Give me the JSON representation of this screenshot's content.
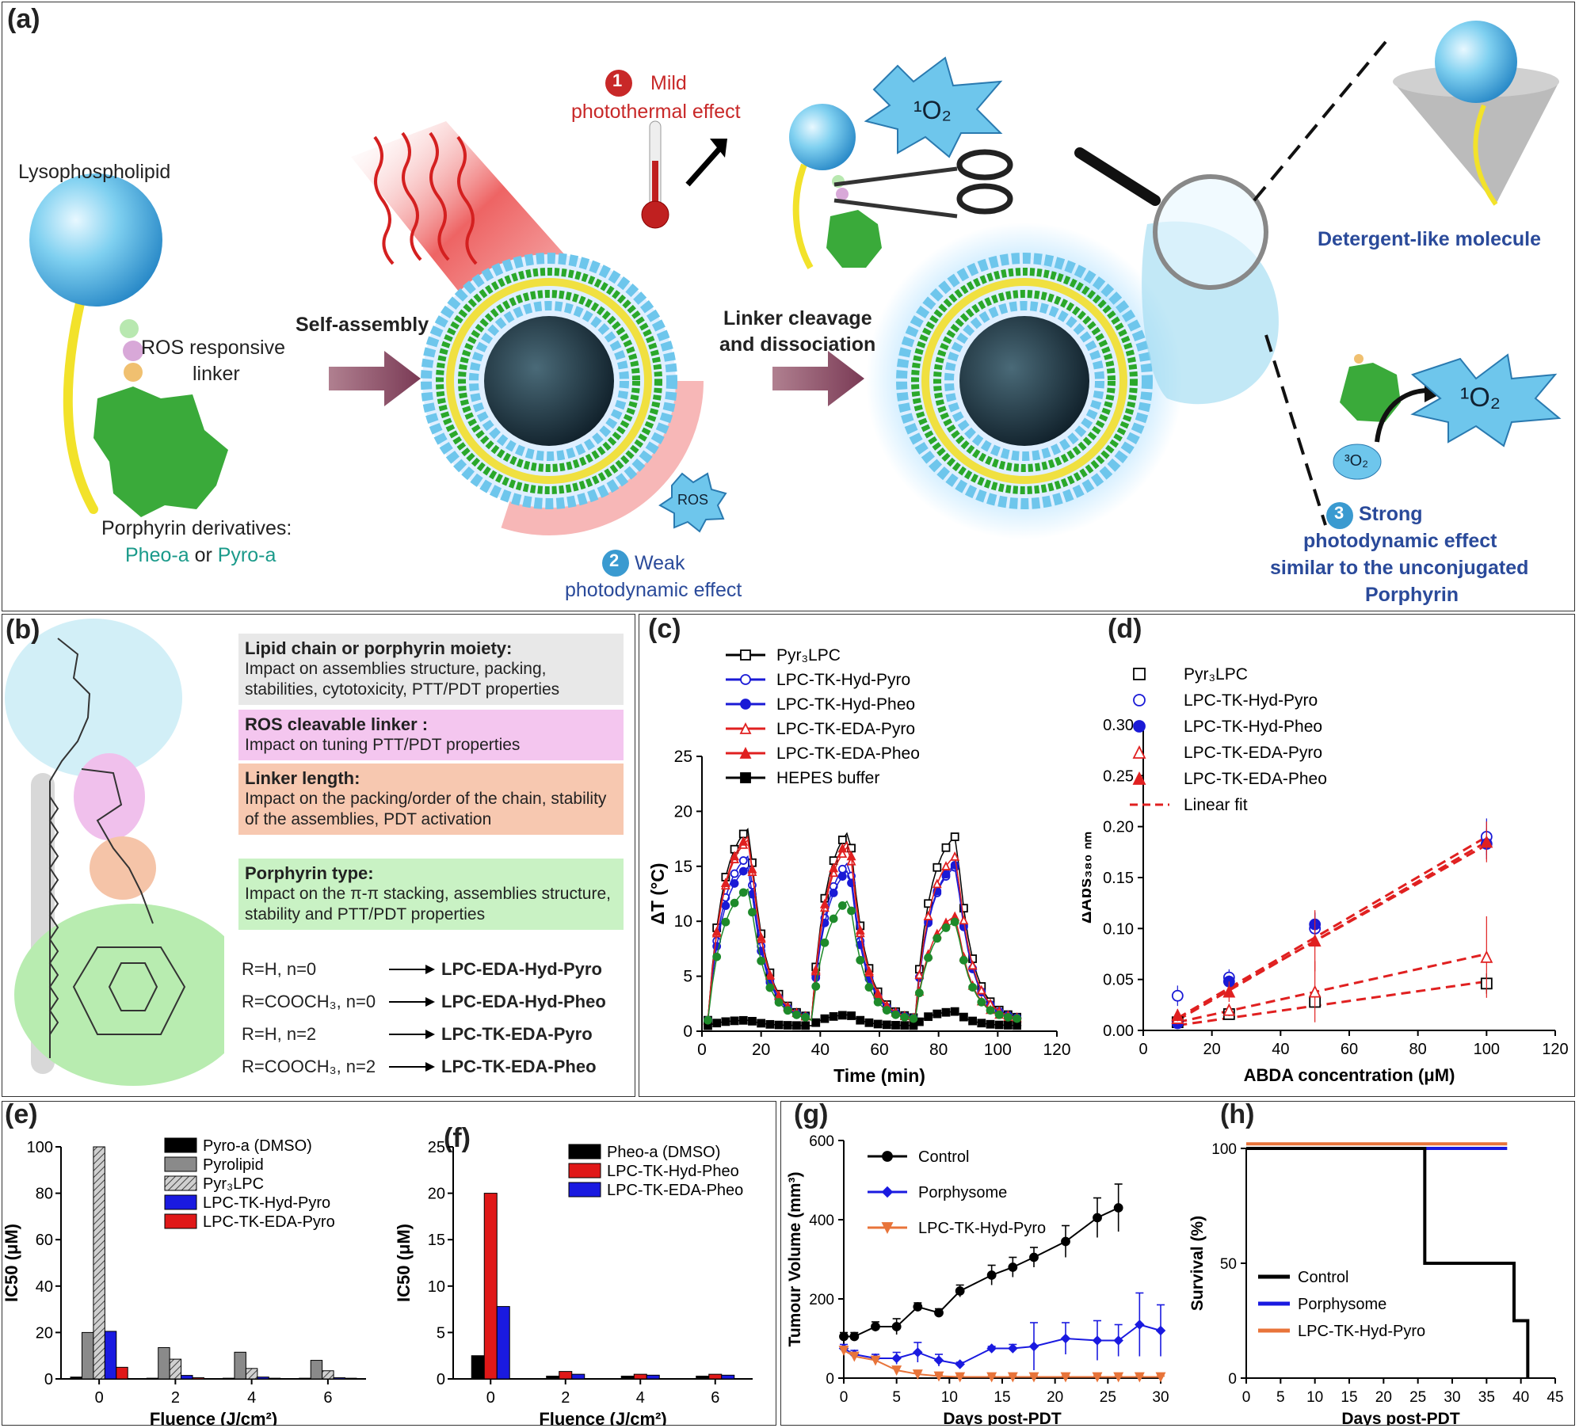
{
  "panel_labels": {
    "a": "(a)",
    "b": "(b)",
    "c": "(c)",
    "d": "(d)",
    "e": "(e)",
    "f": "(f)",
    "g": "(g)",
    "h": "(h)"
  },
  "scheme": {
    "lysophospholipid": "Lysophospholipid",
    "ros_linker_1": "ROS responsive",
    "ros_linker_2": "linker",
    "porphyrin_1": "Porphyrin derivatives:",
    "pheo": "Pheo-a",
    "or": " or ",
    "pyro": "Pyro-a",
    "self_assembly": "Self-assembly",
    "step1_num": "1",
    "step1_line1": "Mild",
    "step1_line2": "photothermal effect",
    "step2_num": "2",
    "step2_line1": "Weak",
    "step2_line2": "photodynamic effect",
    "ros_badge": "ROS",
    "singlet_oxygen": "¹O₂",
    "triplet_oxygen": "³O₂",
    "linker_cleavage_1": "Linker cleavage",
    "linker_cleavage_2": "and dissociation",
    "detergent": "Detergent-like molecule",
    "step3_num": "3",
    "step3_line1": "Strong",
    "step3_line2": "photodynamic effect",
    "step3_line3": "similar to the unconjugated",
    "step3_line4": "Porphyrin"
  },
  "panel_b": {
    "boxes": [
      {
        "title": "Lipid chain or porphyrin moiety:",
        "text": "Impact on assemblies structure, packing, stabilities, cytotoxicity, PTT/PDT properties",
        "color": "#e8e8e8"
      },
      {
        "title": "ROS cleavable linker :",
        "text": "Impact on tuning PTT/PDT properties",
        "color": "#f4c6ef"
      },
      {
        "title": "Linker length:",
        "text": "Impact on the packing/order of the chain, stability of the assemblies, PDT activation",
        "color": "#f7c8b0"
      },
      {
        "title": "Porphyrin type:",
        "text": "Impact on the π-π stacking, assemblies structure, stability and PTT/PDT properties",
        "color": "#c9f2c4"
      }
    ],
    "mapping": [
      {
        "from": "R=H, n=0",
        "to": "LPC-EDA-Hyd-Pyro"
      },
      {
        "from": "R=COOCH₃, n=0",
        "to": "LPC-EDA-Hyd-Pheo"
      },
      {
        "from": "R=H, n=2",
        "to": "LPC-TK-EDA-Pyro"
      },
      {
        "from": "R=COOCH₃, n=2",
        "to": "LPC-TK-EDA-Pheo"
      }
    ]
  },
  "chart_data": [
    {
      "id": "c",
      "type": "line",
      "xlabel": "Time (min)",
      "ylabel": "ΔT (°C)",
      "xlim": [
        0,
        120
      ],
      "ylim": [
        0,
        25
      ],
      "xticks": [
        0,
        20,
        40,
        60,
        80,
        100,
        120
      ],
      "yticks": [
        0,
        5,
        10,
        15,
        20,
        25
      ],
      "legend_position": "top-left",
      "series": [
        {
          "name": "Pyr₃LPC",
          "color": "#000000",
          "marker": "square-open",
          "peaks": [
            18.5,
            18.3,
            17.8
          ]
        },
        {
          "name": "LPC-TK-Hyd-Pyro",
          "color": "#1a1ad6",
          "marker": "circle-open",
          "peaks": [
            16.0,
            15.5,
            15.0
          ]
        },
        {
          "name": "LPC-TK-Hyd-Pheo",
          "color": "#1a1ad6",
          "marker": "circle-filled",
          "peaks": [
            15.0,
            14.8,
            15.2
          ]
        },
        {
          "name": "LPC-TK-EDA-Pyro",
          "color": "#e02020",
          "marker": "triangle-open",
          "peaks": [
            17.5,
            17.0,
            16.0
          ]
        },
        {
          "name": "LPC-TK-EDA-Pheo",
          "color": "#e02020",
          "marker": "triangle-filled",
          "peaks": [
            17.8,
            17.5,
            10.5
          ]
        },
        {
          "name": "HEPES buffer",
          "color": "#000000",
          "marker": "square-filled",
          "peaks": [
            1.0,
            1.5,
            1.8
          ]
        },
        {
          "name": "",
          "color": "#1e8a2a",
          "marker": "circle-filled",
          "peaks": [
            13.0,
            12.0,
            10.0
          ]
        }
      ]
    },
    {
      "id": "d",
      "type": "scatter",
      "xlabel": "ABDA concentration (μM)",
      "ylabel": "ΔAbs₃₈₀ ₙₘ",
      "xlim": [
        0,
        120
      ],
      "ylim": [
        0,
        0.3
      ],
      "xticks": [
        0,
        20,
        40,
        60,
        80,
        100,
        120
      ],
      "yticks": [
        0.0,
        0.05,
        0.1,
        0.15,
        0.2,
        0.25,
        0.3
      ],
      "legend_position": "top-left",
      "x": [
        10,
        25,
        50,
        100
      ],
      "series": [
        {
          "name": "Pyr₃LPC",
          "color": "#000000",
          "marker": "square-open",
          "values": [
            0.008,
            0.016,
            0.028,
            0.046
          ],
          "err": [
            0.004,
            0.004,
            0.006,
            0.01
          ]
        },
        {
          "name": "LPC-TK-Hyd-Pyro",
          "color": "#1a1ad6",
          "marker": "circle-open",
          "values": [
            0.034,
            0.052,
            0.1,
            0.19
          ],
          "err": [
            0.01,
            0.008,
            0.015,
            0.018
          ]
        },
        {
          "name": "LPC-TK-Hyd-Pheo",
          "color": "#1a1ad6",
          "marker": "circle-filled",
          "values": [
            0.007,
            0.048,
            0.104,
            0.183
          ],
          "err": [
            0.004,
            0.006,
            0.012,
            0.015
          ]
        },
        {
          "name": "LPC-TK-EDA-Pyro",
          "color": "#e02020",
          "marker": "triangle-open",
          "values": [
            0.012,
            0.02,
            0.038,
            0.072
          ],
          "err": [
            0.006,
            0.006,
            0.03,
            0.04
          ]
        },
        {
          "name": "LPC-TK-EDA-Pheo",
          "color": "#e02020",
          "marker": "triangle-filled",
          "values": [
            0.015,
            0.038,
            0.088,
            0.185
          ],
          "err": [
            0.006,
            0.01,
            0.03,
            0.02
          ]
        }
      ],
      "fit_label": "Linear fit",
      "fits": [
        [
          0.012,
          0.19
        ],
        [
          0.01,
          0.185
        ],
        [
          0.012,
          0.182
        ],
        [
          0.008,
          0.075
        ],
        [
          0.005,
          0.048
        ]
      ]
    },
    {
      "id": "e",
      "type": "bar",
      "xlabel": "Fluence (J/cm²)",
      "ylabel": "IC50 (μM)",
      "ylim": [
        0,
        100
      ],
      "yticks": [
        0,
        20,
        40,
        60,
        80,
        100
      ],
      "categories": [
        "0",
        "2",
        "4",
        "6"
      ],
      "series": [
        {
          "name": "Pyro-a (DMSO)",
          "color": "#000000",
          "pattern": "solid",
          "values": [
            0.8,
            0.3,
            0.3,
            0.3
          ]
        },
        {
          "name": "Pyrolipid",
          "color": "#8a8a8a",
          "pattern": "solid",
          "values": [
            20,
            13.5,
            11.5,
            8
          ]
        },
        {
          "name": "Pyr₃LPC",
          "color": "#8a8a8a",
          "pattern": "hatch",
          "values": [
            100,
            8.5,
            4.5,
            3.5
          ]
        },
        {
          "name": "LPC-TK-Hyd-Pyro",
          "color": "#1a1ae0",
          "pattern": "solid",
          "values": [
            20.5,
            1.5,
            0.8,
            0.5
          ]
        },
        {
          "name": "LPC-TK-EDA-Pyro",
          "color": "#e01818",
          "pattern": "solid",
          "values": [
            5,
            0.5,
            0.3,
            0.3
          ]
        }
      ]
    },
    {
      "id": "f",
      "type": "bar",
      "xlabel": "Fluence (J/cm²)",
      "ylabel": "IC50 (μM)",
      "ylim": [
        0,
        25
      ],
      "yticks": [
        0,
        5,
        10,
        15,
        20,
        25
      ],
      "categories": [
        "0",
        "2",
        "4",
        "6"
      ],
      "series": [
        {
          "name": "Pheo-a (DMSO)",
          "color": "#000000",
          "pattern": "solid",
          "values": [
            2.5,
            0.3,
            0.3,
            0.3
          ]
        },
        {
          "name": "LPC-TK-Hyd-Pheo",
          "color": "#e01818",
          "pattern": "solid",
          "values": [
            20,
            0.8,
            0.5,
            0.5
          ]
        },
        {
          "name": "LPC-TK-EDA-Pheo",
          "color": "#1a1ae0",
          "pattern": "solid",
          "values": [
            7.8,
            0.5,
            0.4,
            0.4
          ]
        }
      ]
    },
    {
      "id": "g",
      "type": "line",
      "xlabel": "Days post-PDT",
      "ylabel": "Tumour Volume (mm³)",
      "xlim": [
        0,
        30
      ],
      "ylim": [
        0,
        600
      ],
      "xticks": [
        0,
        5,
        10,
        15,
        20,
        25,
        30
      ],
      "yticks": [
        0,
        200,
        400,
        600
      ],
      "series": [
        {
          "name": "Control",
          "color": "#000000",
          "marker": "circle",
          "x": [
            0,
            1,
            3,
            5,
            7,
            9,
            11,
            14,
            16,
            18,
            21,
            24,
            26
          ],
          "values": [
            105,
            105,
            130,
            130,
            180,
            165,
            220,
            260,
            280,
            305,
            345,
            405,
            430
          ],
          "err": [
            10,
            10,
            12,
            20,
            10,
            10,
            15,
            25,
            25,
            25,
            40,
            50,
            60
          ]
        },
        {
          "name": "Porphysome",
          "color": "#1a1ae0",
          "marker": "diamond",
          "x": [
            0,
            1,
            3,
            5,
            7,
            9,
            11,
            14,
            16,
            18,
            21,
            24,
            26,
            28,
            30
          ],
          "values": [
            75,
            60,
            50,
            50,
            65,
            45,
            35,
            75,
            75,
            80,
            100,
            95,
            95,
            135,
            120
          ],
          "err": [
            10,
            10,
            10,
            15,
            25,
            15,
            5,
            5,
            10,
            60,
            40,
            50,
            40,
            80,
            65
          ]
        },
        {
          "name": "LPC-TK-Hyd-Pyro",
          "color": "#e8743a",
          "marker": "triangle-down",
          "x": [
            0,
            1,
            3,
            5,
            7,
            9,
            11,
            14,
            16,
            18,
            21,
            24,
            26,
            28,
            30
          ],
          "values": [
            70,
            55,
            45,
            20,
            10,
            5,
            3,
            3,
            3,
            3,
            3,
            3,
            3,
            3,
            3
          ],
          "err": [
            10,
            8,
            8,
            8,
            5,
            3,
            2,
            2,
            2,
            2,
            2,
            2,
            2,
            2,
            2
          ]
        }
      ]
    },
    {
      "id": "h",
      "type": "line",
      "xlabel": "Days post-PDT",
      "ylabel": "Survival (%)",
      "xlim": [
        0,
        45
      ],
      "ylim": [
        0,
        100
      ],
      "xticks": [
        0,
        5,
        10,
        15,
        20,
        25,
        30,
        35,
        40,
        45
      ],
      "yticks": [
        0,
        50,
        100
      ],
      "series": [
        {
          "name": "Control",
          "color": "#000000",
          "x": [
            0,
            26,
            26,
            39,
            39,
            41,
            41
          ],
          "values": [
            100,
            100,
            50,
            50,
            25,
            25,
            0
          ]
        },
        {
          "name": "Porphysome",
          "color": "#1a1ae0",
          "x": [
            0,
            38
          ],
          "values": [
            100,
            100
          ]
        },
        {
          "name": "LPC-TK-Hyd-Pyro",
          "color": "#e8743a",
          "x": [
            0,
            38
          ],
          "values": [
            102,
            102
          ]
        }
      ]
    }
  ]
}
